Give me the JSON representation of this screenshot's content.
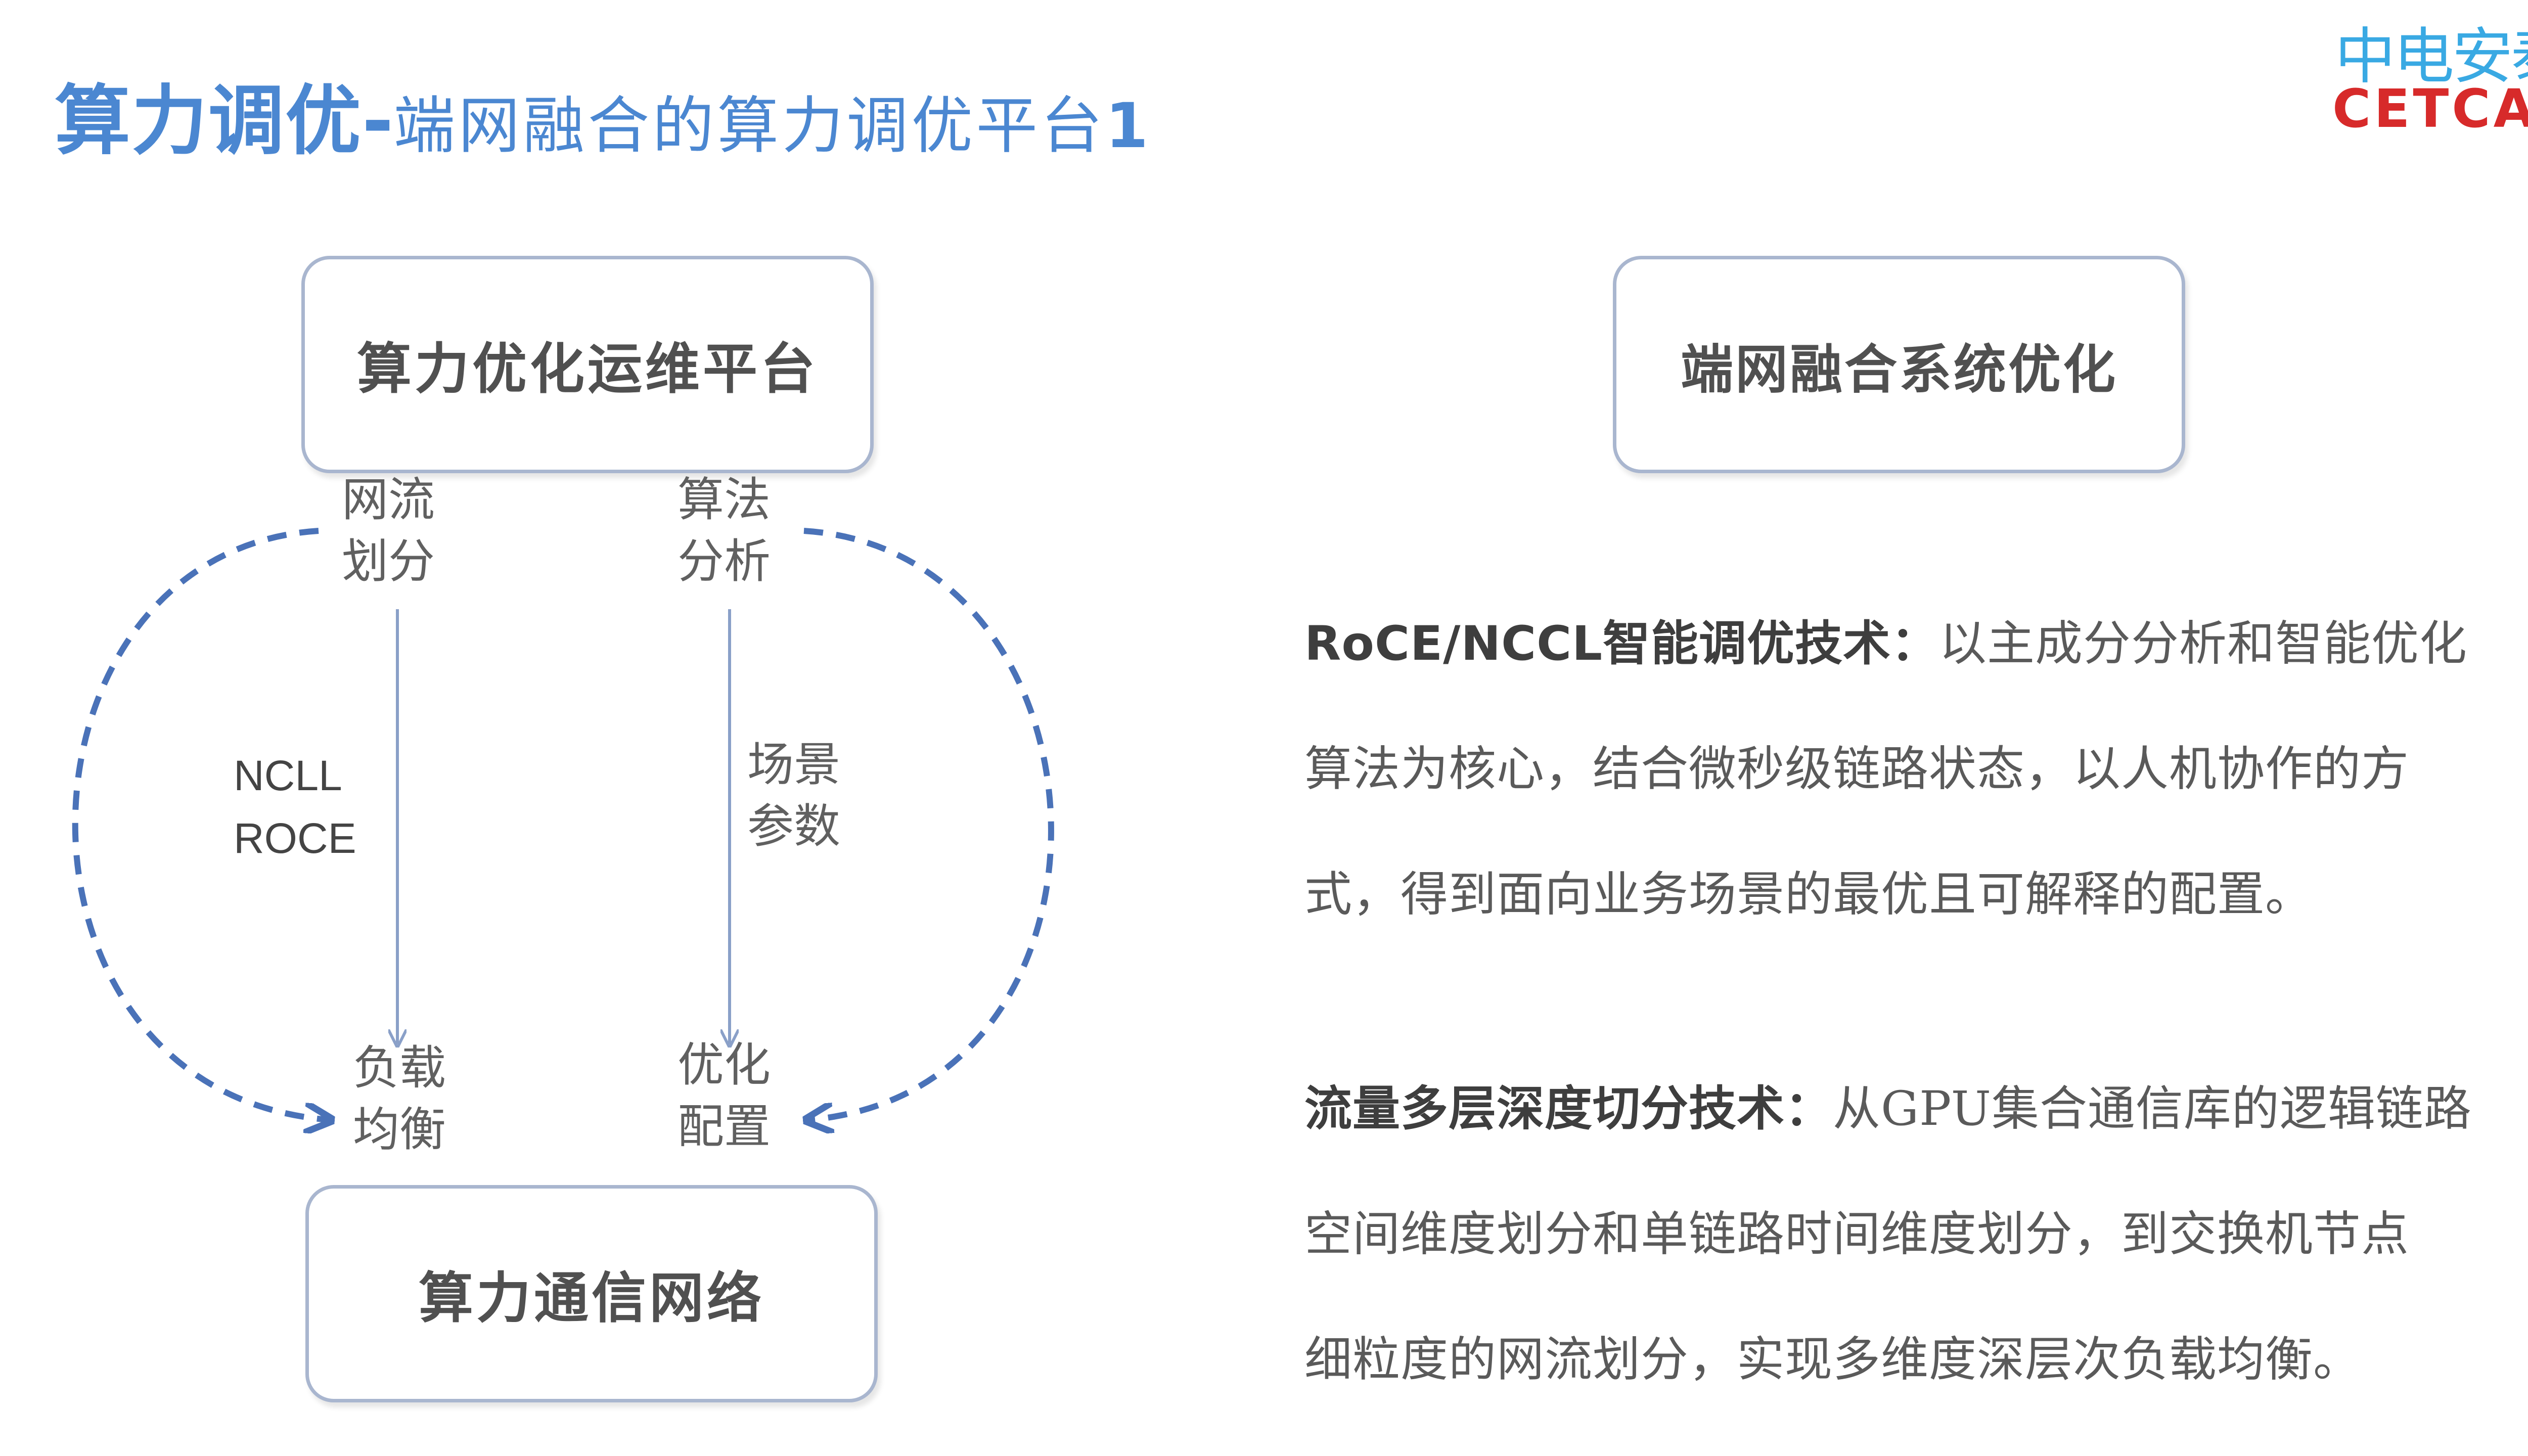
{
  "header": {
    "title_main": "算力调优",
    "title_dash": "-",
    "title_sub": "端网融合的算力调优平台",
    "title_num": "1"
  },
  "logo": {
    "cn": "中电安泰",
    "en": "CETCAT",
    "colors": {
      "cn": "#39a9e3",
      "en": "#d72a2a"
    }
  },
  "diagram": {
    "top_box": "算力优化运维平台",
    "bottom_box": "算力通信网络",
    "left_top_label": [
      "网流",
      "划分"
    ],
    "right_top_label": [
      "算法",
      "分析"
    ],
    "left_mid_label": [
      "NCLL",
      "ROCE"
    ],
    "right_mid_label": [
      "场景",
      "参数"
    ],
    "left_bottom_label": [
      "负载",
      "均衡"
    ],
    "right_bottom_label": [
      "优化",
      "配置"
    ],
    "colors": {
      "dashed_arrow": "#4a72b8",
      "solid_arrow": "#8aa0c8",
      "box_border": "#a9b6cf"
    }
  },
  "right_panel": {
    "box": "端网融合系统优化",
    "para1": {
      "lead": "RoCE/NCCL智能调优技术：",
      "line1": "以主成分分析和智能优化",
      "line2": "算法为核心，结合微秒级链路状态，以人机协作的方",
      "line3": "式，得到面向业务场景的最优且可解释的配置。"
    },
    "para2": {
      "lead": "流量多层深度切分技术：",
      "line1": "从GPU集合通信库的逻辑链路",
      "line2": "空间维度划分和单链路时间维度划分，到交换机节点",
      "line3": "细粒度的网流划分，实现多维度深层次负载均衡。"
    }
  }
}
